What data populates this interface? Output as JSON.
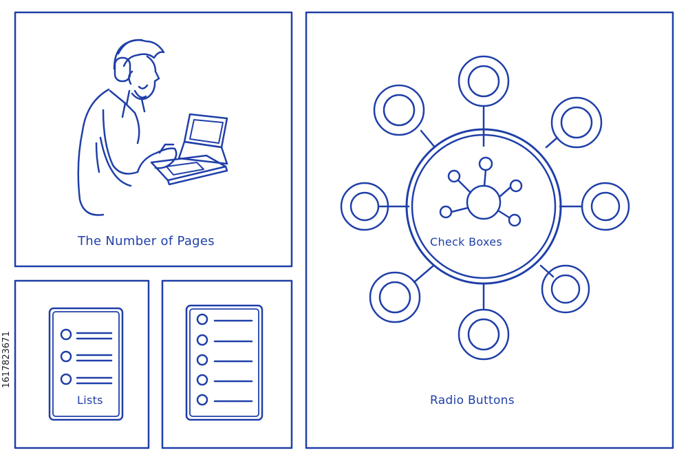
{
  "labels": {
    "number_of_pages": "The Number of Pages",
    "check_boxes": "Check Boxes",
    "lists": "Lists",
    "radio_buttons": "Radio Buttons"
  },
  "side_id": "1617823671",
  "colors": {
    "ink": "#1f3fa8",
    "background": "#ffffff"
  },
  "icons": {
    "person": "person-with-headphones-icon",
    "laptop": "laptop-icon",
    "hub": "network-hub-icon",
    "list": "list-document-icon"
  }
}
